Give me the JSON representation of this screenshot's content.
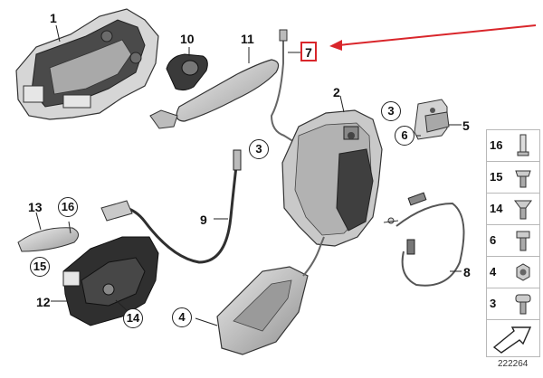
{
  "diagram_id": "222264",
  "callouts": {
    "n1": "1",
    "n2": "2",
    "n5": "5",
    "n8": "8",
    "n9": "9",
    "n10": "10",
    "n11": "11",
    "n12": "12",
    "n13": "13",
    "c3a": "3",
    "c3b": "3",
    "c4": "4",
    "c6": "6",
    "c14": "14",
    "c15": "15",
    "c16": "16",
    "highlighted": "7"
  },
  "legend": [
    "16",
    "15",
    "14",
    "6",
    "4",
    "3"
  ],
  "colors": {
    "highlight": "#d9262b",
    "outline": "#222222",
    "part_fill": "#c8c8c8",
    "dark_part": "#2f2f2f"
  }
}
